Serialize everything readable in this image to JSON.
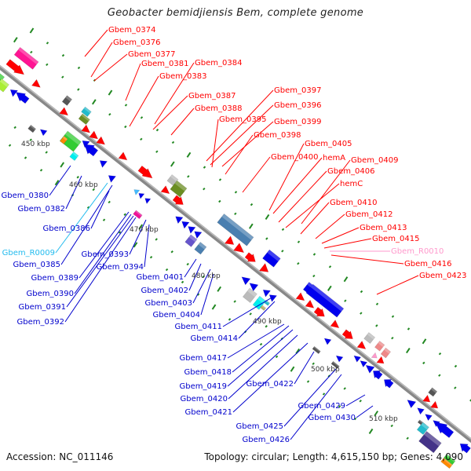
{
  "title": "Geobacter bemidjiensis Bem, complete genome",
  "footer": {
    "accession": "Accession: NC_011146",
    "summary": "Topology: circular; Length: 4,615,150 bp; Genes: 4,090"
  },
  "colors": {
    "forward_label": "#ff0000",
    "reverse_label": "#0000cc",
    "rna_reverse_label": "#22bbee",
    "rna_forward_label": "#ff99cc",
    "backbone": "#999999",
    "tick": "#228822"
  },
  "kbp_ticks": [
    "450 kbp",
    "460 kbp",
    "470 kbp",
    "480 kbp",
    "490 kbp",
    "500 kbp",
    "510 kbp"
  ],
  "forward_labels": [
    {
      "text": "Gbem_0374",
      "kind": "cds"
    },
    {
      "text": "Gbem_0376",
      "kind": "cds"
    },
    {
      "text": "Gbem_0377",
      "kind": "cds"
    },
    {
      "text": "Gbem_0381",
      "kind": "cds"
    },
    {
      "text": "Gbem_0384",
      "kind": "cds"
    },
    {
      "text": "Gbem_0383",
      "kind": "cds"
    },
    {
      "text": "Gbem_0387",
      "kind": "cds"
    },
    {
      "text": "Gbem_0388",
      "kind": "cds"
    },
    {
      "text": "Gbem_0397",
      "kind": "cds"
    },
    {
      "text": "Gbem_0396",
      "kind": "cds"
    },
    {
      "text": "Gbem_0395",
      "kind": "cds"
    },
    {
      "text": "Gbem_0399",
      "kind": "cds"
    },
    {
      "text": "Gbem_0398",
      "kind": "cds"
    },
    {
      "text": "Gbem_0405",
      "kind": "cds"
    },
    {
      "text": "Gbem_0400",
      "kind": "cds"
    },
    {
      "text": "hemA",
      "kind": "cds"
    },
    {
      "text": "Gbem_0409",
      "kind": "cds"
    },
    {
      "text": "Gbem_0406",
      "kind": "cds"
    },
    {
      "text": "hemC",
      "kind": "cds"
    },
    {
      "text": "Gbem_0410",
      "kind": "cds"
    },
    {
      "text": "Gbem_0412",
      "kind": "cds"
    },
    {
      "text": "Gbem_0413",
      "kind": "cds"
    },
    {
      "text": "Gbem_0415",
      "kind": "cds"
    },
    {
      "text": "Gbem_R0010",
      "kind": "rna"
    },
    {
      "text": "Gbem_0416",
      "kind": "cds"
    },
    {
      "text": "Gbem_0423",
      "kind": "cds"
    }
  ],
  "reverse_labels": [
    {
      "text": "Gbem_0380",
      "kind": "cds"
    },
    {
      "text": "Gbem_0382",
      "kind": "cds"
    },
    {
      "text": "Gbem_0386",
      "kind": "cds"
    },
    {
      "text": "Gbem_R0009",
      "kind": "rna"
    },
    {
      "text": "Gbem_0385",
      "kind": "cds"
    },
    {
      "text": "Gbem_0389",
      "kind": "cds"
    },
    {
      "text": "Gbem_0390",
      "kind": "cds"
    },
    {
      "text": "Gbem_0391",
      "kind": "cds"
    },
    {
      "text": "Gbem_0392",
      "kind": "cds"
    },
    {
      "text": "Gbem_0393",
      "kind": "cds"
    },
    {
      "text": "Gbem_0394",
      "kind": "cds"
    },
    {
      "text": "Gbem_0401",
      "kind": "cds"
    },
    {
      "text": "Gbem_0402",
      "kind": "cds"
    },
    {
      "text": "Gbem_0403",
      "kind": "cds"
    },
    {
      "text": "Gbem_0404",
      "kind": "cds"
    },
    {
      "text": "Gbem_0411",
      "kind": "cds"
    },
    {
      "text": "Gbem_0414",
      "kind": "cds"
    },
    {
      "text": "Gbem_0417",
      "kind": "cds"
    },
    {
      "text": "Gbem_0418",
      "kind": "cds"
    },
    {
      "text": "Gbem_0419",
      "kind": "cds"
    },
    {
      "text": "Gbem_0420",
      "kind": "cds"
    },
    {
      "text": "Gbem_0421",
      "kind": "cds"
    },
    {
      "text": "Gbem_0422",
      "kind": "cds"
    },
    {
      "text": "Gbem_0425",
      "kind": "cds"
    },
    {
      "text": "Gbem_0426",
      "kind": "cds"
    },
    {
      "text": "Gbem_0429",
      "kind": "cds"
    },
    {
      "text": "Gbem_0430",
      "kind": "cds"
    }
  ]
}
